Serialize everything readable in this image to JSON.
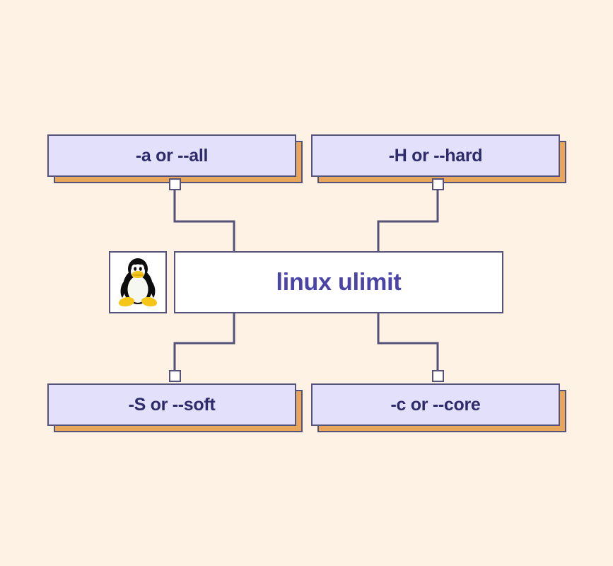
{
  "diagram": {
    "title": "linux ulimit",
    "background_color": "#fdf2e3",
    "center": {
      "label": "linux ulimit",
      "icon": "tux-penguin-icon",
      "text_color": "#4a44a8",
      "box_color": "#ffffff"
    },
    "nodes": [
      {
        "id": "node-a-all",
        "label": "-a or --all",
        "position": "top-left",
        "fill": "#e2e0fb",
        "shadow": "#e8a55c",
        "border": "#55537a",
        "text_color": "#2e2b6b"
      },
      {
        "id": "node-h-hard",
        "label": "-H or --hard",
        "position": "top-right",
        "fill": "#e2e0fb",
        "shadow": "#e8a55c",
        "border": "#55537a",
        "text_color": "#2e2b6b"
      },
      {
        "id": "node-s-soft",
        "label": "-S or --soft",
        "position": "bottom-left",
        "fill": "#e2e0fb",
        "shadow": "#e8a55c",
        "border": "#55537a",
        "text_color": "#2e2b6b"
      },
      {
        "id": "node-c-core",
        "label": "-c or --core",
        "position": "bottom-right",
        "fill": "#e2e0fb",
        "shadow": "#e8a55c",
        "border": "#55537a",
        "text_color": "#2e2b6b"
      }
    ],
    "connector_color": "#55537a"
  }
}
